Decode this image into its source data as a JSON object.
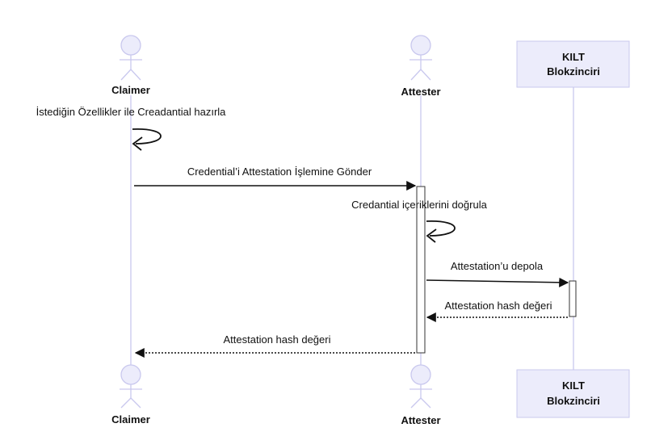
{
  "diagram": {
    "type": "sequence",
    "participants": [
      {
        "name": "Claimer",
        "kind": "actor"
      },
      {
        "name": "Attester",
        "kind": "actor"
      },
      {
        "name_lines": [
          "KILT",
          "Blokzinciri"
        ],
        "kind": "participant"
      }
    ],
    "messages": [
      {
        "label": "İstediğin Özellikler ile Creadantial hazırla",
        "from": "Claimer",
        "to": "Claimer",
        "style": "solid"
      },
      {
        "label": "Credential’i Attestation İşlemine Gönder",
        "from": "Claimer",
        "to": "Attester",
        "style": "solid"
      },
      {
        "label": "Credantial içeriklerini doğrula",
        "from": "Attester",
        "to": "Attester",
        "style": "solid"
      },
      {
        "label": "Attestation’u depola",
        "from": "Attester",
        "to": "KILT Blokzinciri",
        "style": "solid"
      },
      {
        "label": "Attestation hash değeri",
        "from": "KILT Blokzinciri",
        "to": "Attester",
        "style": "dotted"
      },
      {
        "label": "Attestation hash değeri",
        "from": "Attester",
        "to": "Claimer",
        "style": "dotted"
      }
    ]
  },
  "colors": {
    "actor_fill": "#ececfb",
    "actor_stroke": "#c9c8ee",
    "lifeline": "#c9c8ee",
    "arrow": "#111111"
  }
}
